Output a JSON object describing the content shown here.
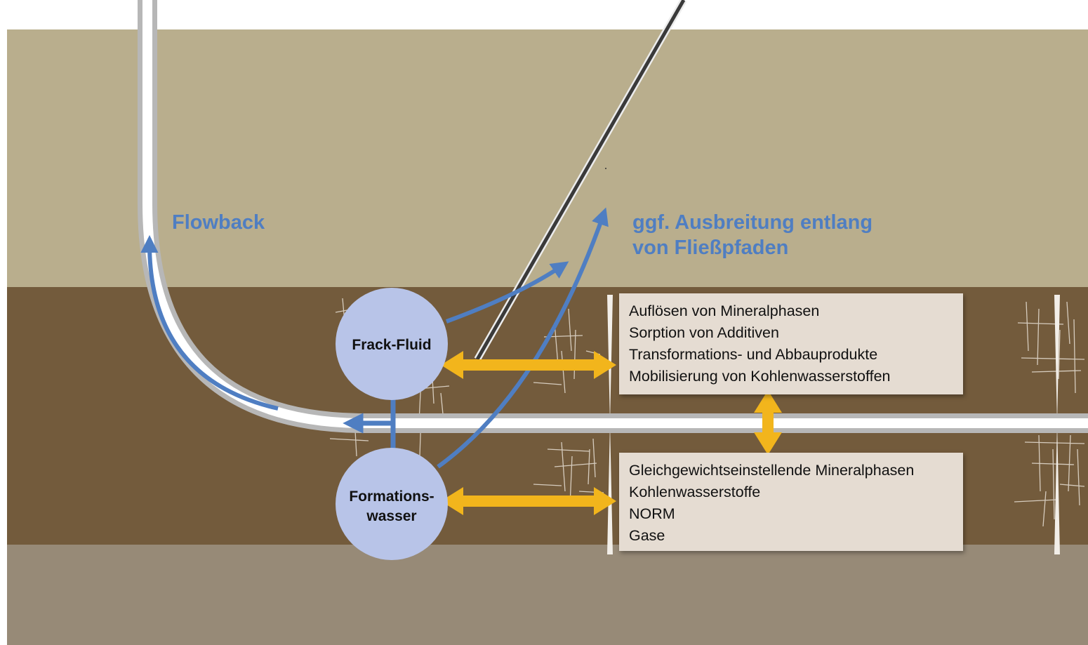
{
  "labels": {
    "flowback": "Flowback",
    "spread_line1": "ggf. Ausbreitung entlang",
    "spread_line2": "von Fließpfaden"
  },
  "nodes": {
    "frack_fluid": "Frack-Fluid",
    "formation_water_line1": "Formations-",
    "formation_water_line2": "wasser"
  },
  "upper_box": {
    "items": [
      "Auflösen von Mineralphasen",
      "Sorption von Additiven",
      "Transformations- und Abbauprodukte",
      "Mobilisierung von Kohlenwasserstoffen"
    ]
  },
  "lower_box": {
    "items": [
      "Gleichgewichtseinstellende Mineralphasen",
      "Kohlenwasserstoffe",
      "NORM",
      "Gase"
    ]
  },
  "colors": {
    "top_layer": "#b9ae8d",
    "middle_layer": "#735b3c",
    "bottom_layer": "#978a77",
    "node_fill": "#b8c4e8",
    "flow_arrow": "#4f7ec2",
    "exchange_arrow": "#f2b51c"
  }
}
